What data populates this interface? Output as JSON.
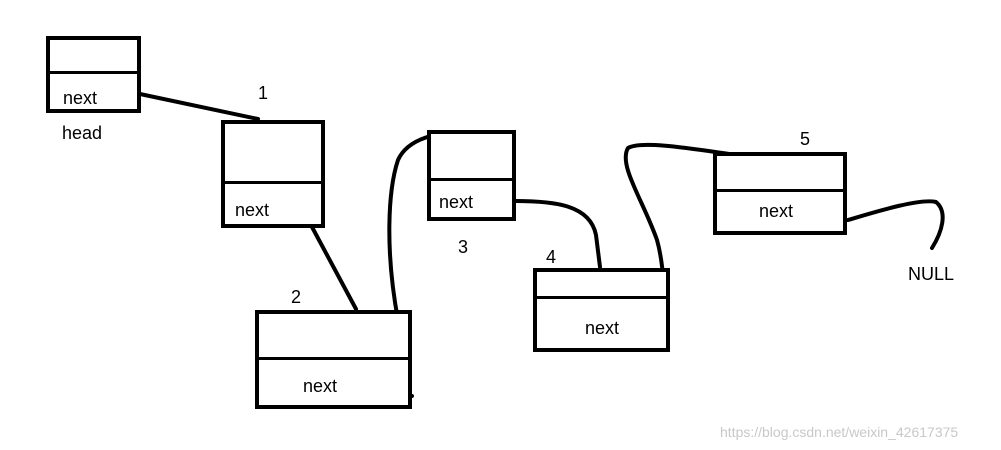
{
  "nodes": [
    {
      "id": "head",
      "field": "next",
      "tag": "head"
    },
    {
      "id": "node1",
      "field": "next",
      "tag": "1"
    },
    {
      "id": "node2",
      "field": "next",
      "tag": "2"
    },
    {
      "id": "node3",
      "field": "next",
      "tag": "3"
    },
    {
      "id": "node4",
      "field": "next",
      "tag": "4"
    },
    {
      "id": "node5",
      "field": "next",
      "tag": "5"
    }
  ],
  "terminator": "NULL",
  "watermark": "https://blog.csdn.net/weixin_42617375"
}
